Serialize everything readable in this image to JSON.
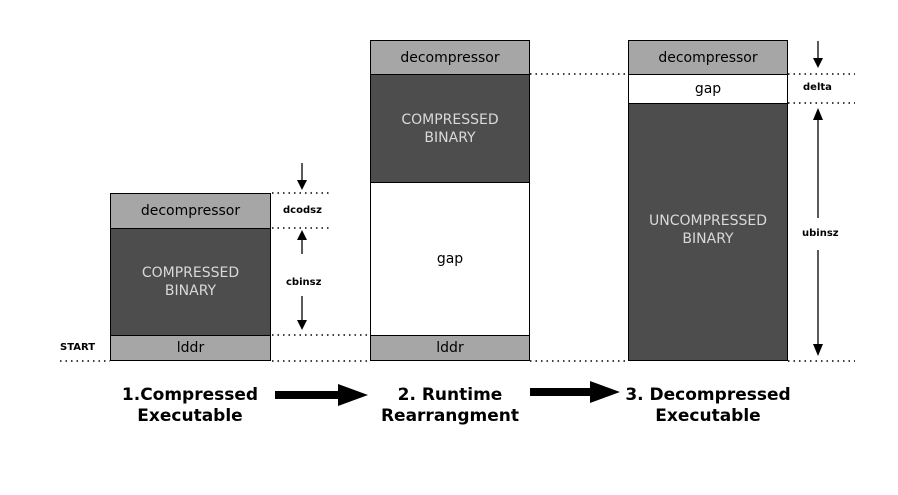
{
  "stages": [
    {
      "line1": "1.Compressed",
      "line2": "Executable"
    },
    {
      "line1": "2. Runtime",
      "line2": "Rearrangment"
    },
    {
      "line1": "3. Decompressed",
      "line2": "Executable"
    }
  ],
  "blocks": {
    "decompressor": "decompressor",
    "compressed_line1": "COMPRESSED",
    "compressed_line2": "BINARY",
    "uncompressed_line1": "UNCOMPRESSED",
    "uncompressed_line2": "BINARY",
    "gap": "gap",
    "lddr": "lddr"
  },
  "labels": {
    "start": "START",
    "dcodsz": "dcodsz",
    "cbinsz": "cbinsz",
    "delta": "delta",
    "ubinsz": "ubinsz"
  },
  "colors": {
    "light_block": "#a6a6a6",
    "dark_block": "#4d4d4d",
    "dark_text": "#d9d9d9"
  }
}
